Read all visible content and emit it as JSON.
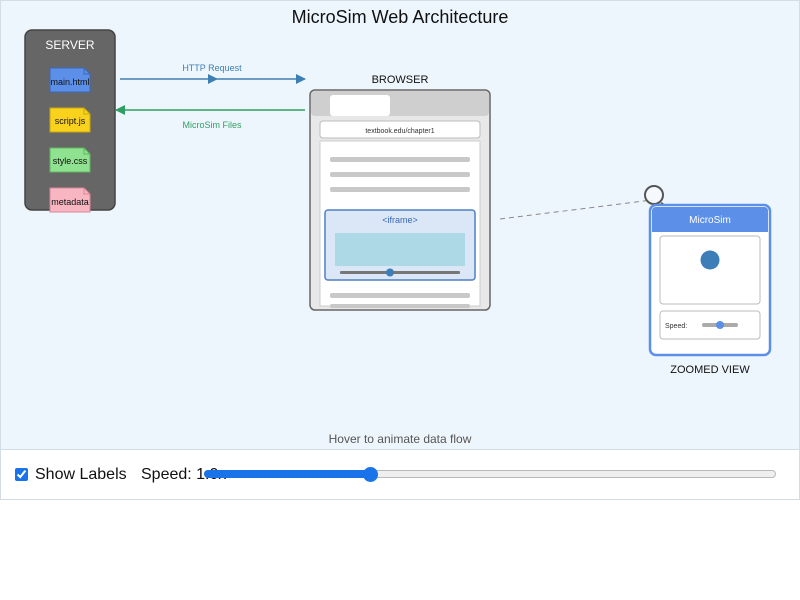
{
  "title": "MicroSim Web Architecture",
  "server": {
    "label": "SERVER",
    "files": [
      {
        "name": "main.html",
        "color": "#5b8fe8"
      },
      {
        "name": "script.js",
        "color": "#f8d21d"
      },
      {
        "name": "style.css",
        "color": "#8fe28f"
      },
      {
        "name": "metadata",
        "color": "#f7b6c2"
      }
    ]
  },
  "arrows": {
    "request": {
      "label": "HTTP Request",
      "color": "#3e7fb3"
    },
    "response": {
      "label": "MicroSim Files",
      "color": "#2e9f62"
    }
  },
  "browser": {
    "label": "BROWSER",
    "url": "textbook.edu/chapter1",
    "iframe_label": "<iframe>"
  },
  "zoomed": {
    "label": "ZOOMED VIEW",
    "header": "MicroSim",
    "speed_label": "Speed:"
  },
  "hint": "Hover to animate data flow",
  "controls": {
    "show_labels": {
      "label": "Show Labels",
      "checked": true
    },
    "speed": {
      "label": "Speed: 1.0x",
      "level": 0.29
    }
  },
  "colors": {
    "accent": "#1a73e8",
    "panel_blue": "#5b8fe8",
    "dot_blue": "#3d7db8"
  }
}
